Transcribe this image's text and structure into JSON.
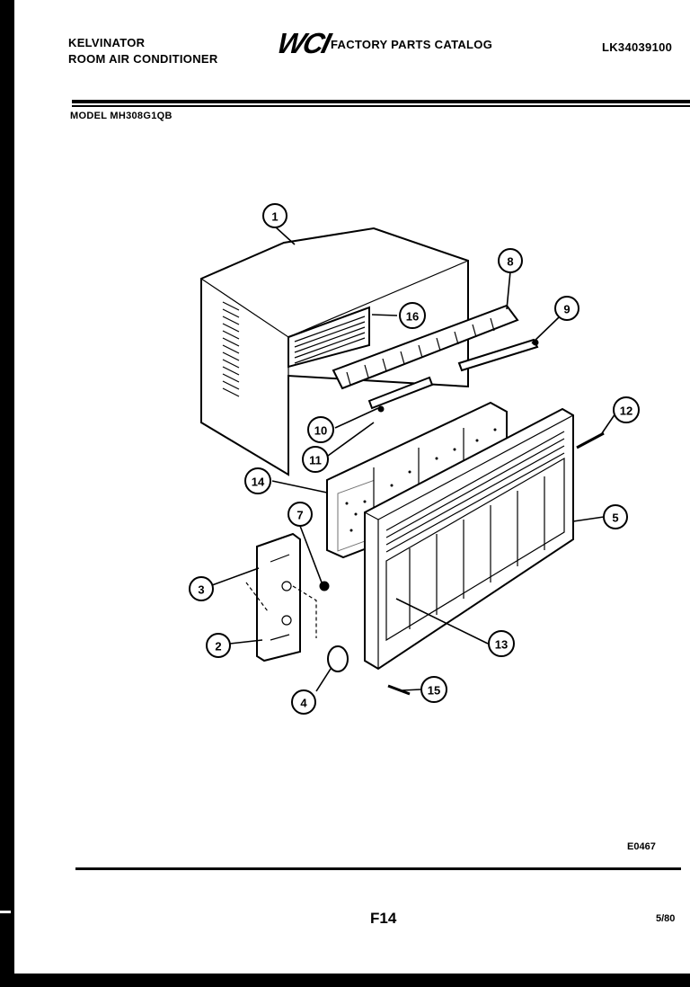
{
  "header": {
    "brand": "KELVINATOR",
    "product": "ROOM AIR CONDITIONER",
    "logo_text": "WCI",
    "catalog_title": "FACTORY PARTS CATALOG",
    "catalog_number": "LK34039100",
    "model_line": "MODEL MH308G1QB"
  },
  "diagram": {
    "callouts": [
      "1",
      "2",
      "3",
      "4",
      "5",
      "7",
      "8",
      "9",
      "10",
      "11",
      "12",
      "13",
      "14",
      "15",
      "16"
    ]
  },
  "footer": {
    "diagram_code": "E0467",
    "page_label": "F14",
    "date": "5/80"
  }
}
